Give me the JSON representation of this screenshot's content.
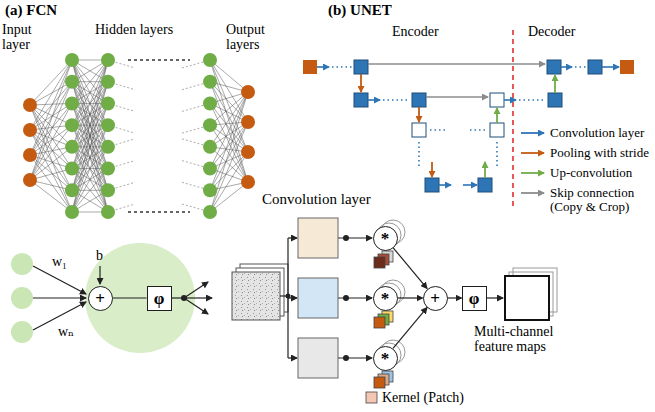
{
  "diagram": {
    "nodes": [
      {
        "text": [
          "+"
        ]
      },
      {
        "text": [
          "φ"
        ]
      },
      {
        "text": [
          "*"
        ]
      },
      {
        "text": [
          "*"
        ]
      },
      {
        "text": [
          "*"
        ]
      },
      {
        "text": [
          "+"
        ]
      },
      {
        "text": [
          "φ"
        ]
      }
    ],
    "edges": [
      {
        "from": 0,
        "to": 1,
        "arrow": "none"
      },
      {
        "from": 2,
        "to": 5,
        "arrow": "to"
      },
      {
        "from": 3,
        "to": 5,
        "arrow": "to"
      },
      {
        "from": 4,
        "to": 5,
        "arrow": "to"
      },
      {
        "from": 5,
        "to": 6,
        "arrow": "to"
      }
    ],
    "labels": [
      "(a) FCN",
      "Input layer",
      "Hidden layers",
      "Output layers",
      "(b) UNET",
      "Encoder",
      "Decoder",
      "w₁",
      "b",
      "wₙ",
      "Convolution layer",
      "Kernel (Patch)",
      "Multi-channel feature maps"
    ],
    "legend": [
      {
        "text": "Convolution layer"
      },
      {
        "text": "Pooling with stride"
      },
      {
        "text": "Up-convolution"
      },
      {
        "text": "Skip connection (Copy & Crop)"
      }
    ]
  }
}
